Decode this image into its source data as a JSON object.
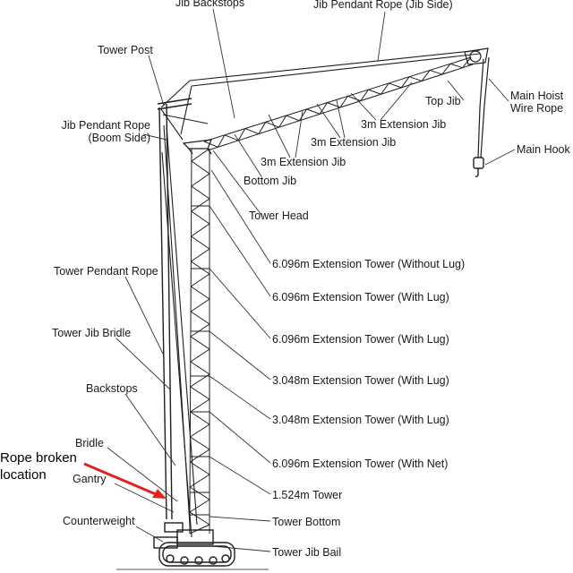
{
  "labels": {
    "jib_backstops": "Jib Backstops",
    "jib_pendant_rope_jib_side": "Jib Pendant Rope (Jib Side)",
    "tower_post": "Tower Post",
    "main_hoist_wire_rope": [
      "Main Hoist",
      "Wire Rope"
    ],
    "top_jib": "Top Jib",
    "jib_pendant_rope_boom_side": [
      "Jib Pendant Rope",
      "(Boom Side)"
    ],
    "extension_jib_1": "3m Extension Jib",
    "extension_jib_2": "3m Extension Jib",
    "extension_jib_3": "3m Extension Jib",
    "main_hook": "Main Hook",
    "bottom_jib": "Bottom Jib",
    "tower_head": "Tower Head",
    "ext_tower_without_lug": "6.096m Extension Tower (Without Lug)",
    "tower_pendant_rope": "Tower Pendant Rope",
    "ext_tower_with_lug_1": "6.096m Extension Tower (With Lug)",
    "tower_jib_bridle": "Tower Jib Bridle",
    "ext_tower_with_lug_2": "6.096m Extension Tower (With Lug)",
    "backstops": "Backstops",
    "ext_tower_3048_with_lug_1": "3.048m Extension Tower (With Lug)",
    "ext_tower_3048_with_lug_2": "3.048m Extension Tower (With Lug)",
    "bridle": "Bridle",
    "ext_tower_with_net": "6.096m Extension Tower (With Net)",
    "gantry": "Gantry",
    "tower_1524": "1.524m Tower",
    "counterweight": "Counterweight",
    "tower_bottom": "Tower Bottom",
    "tower_jib_bail": "Tower Jib Bail"
  },
  "annotation": {
    "text": [
      "Rope broken",
      "location"
    ],
    "color": "#e0231b"
  },
  "colors": {
    "line": "#1f1f1f",
    "leader": "#333333"
  }
}
